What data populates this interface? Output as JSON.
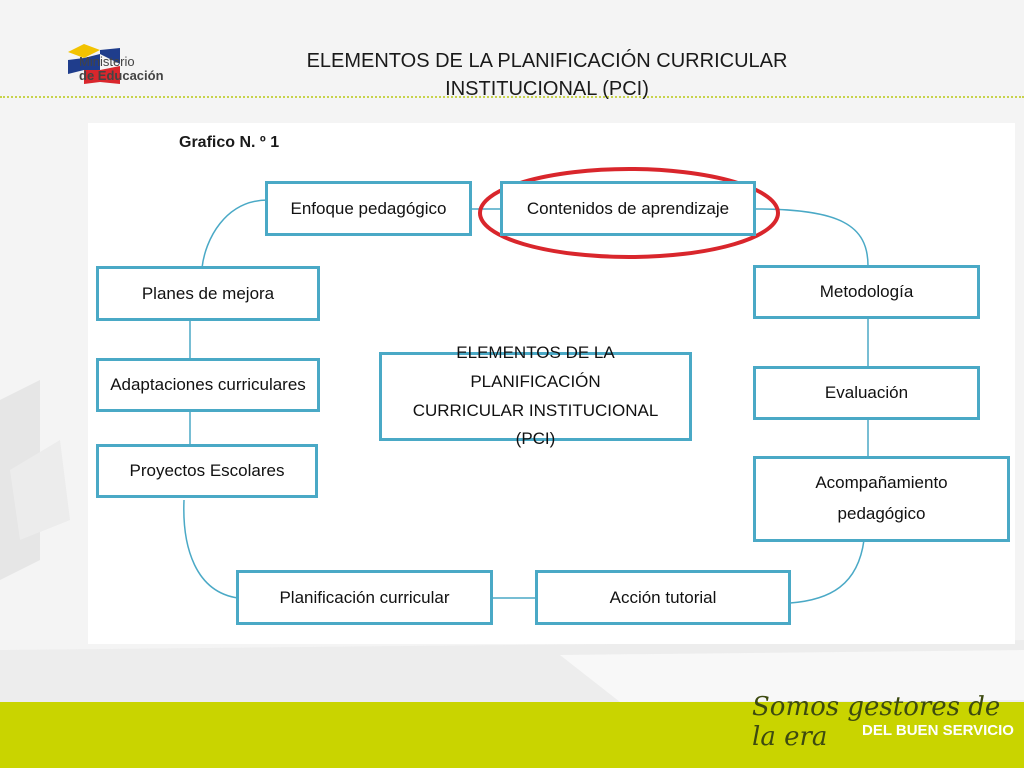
{
  "header": {
    "logo_line1": "Ministerio",
    "logo_line2": "de Educación",
    "title_line1": "ELEMENTOS DE LA PLANIFICACIÓN CURRICULAR",
    "title_line2": "INSTITUCIONAL (PCI)"
  },
  "diagram": {
    "caption": "Grafico N. º 1",
    "center_line1": "ELEMENTOS DE LA PLANIFICACIÓN",
    "center_line2": "CURRICULAR INSTITUCIONAL (PCI)",
    "nodes": {
      "enfoque": "Enfoque pedagógico",
      "contenidos": "Contenidos de aprendizaje",
      "metodologia": "Metodología",
      "evaluacion": "Evaluación",
      "acompanamiento_line1": "Acompañamiento",
      "acompanamiento_line2": "pedagógico",
      "accion": "Acción tutorial",
      "planificacion": "Planificación curricular",
      "proyectos": "Proyectos Escolares",
      "adaptaciones": "Adaptaciones curriculares",
      "planes": "Planes de mejora"
    },
    "highlighted_node": "Contenidos de aprendizaje",
    "highlight_color": "#d9262c",
    "box_color": "#4aa9c6"
  },
  "footer": {
    "slogan_script": "Somos gestores de la era",
    "slogan_bold": "DEL BUEN SERVICIO"
  },
  "colors": {
    "footer_band": "#c9d400",
    "logo_blue": "#1f3d8c",
    "logo_yellow": "#f2c200",
    "logo_red": "#d9262c"
  }
}
